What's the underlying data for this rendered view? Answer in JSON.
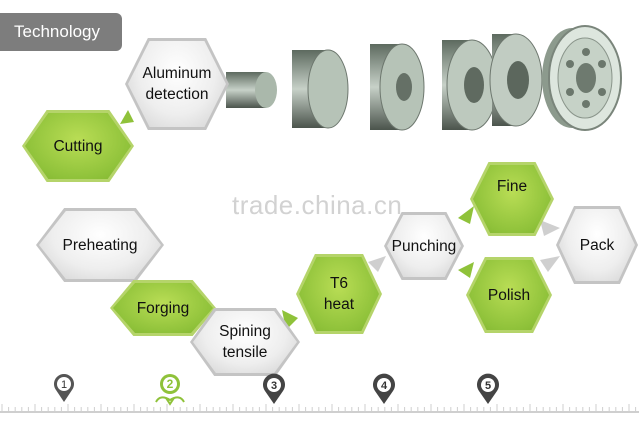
{
  "header": {
    "label": "Technology"
  },
  "watermark": "trade.china.cn",
  "steps": {
    "aluminum_detection": "Aluminum\ndetection",
    "cutting": "Cutting",
    "preheating": "Preheating",
    "forging": "Forging",
    "spining_tensile": "Spining\ntensile",
    "t6_heat": "T6\nheat",
    "punching": "Punching",
    "fine": "Fine",
    "polish": "Polish",
    "pack": "Pack"
  },
  "timeline": {
    "markers": [
      "1",
      "2",
      "3",
      "4",
      "5"
    ],
    "active_marker": "2"
  },
  "colors": {
    "green": "#8fc23a",
    "gray": "#c4c4c4",
    "tag": "#7d7d7d"
  }
}
